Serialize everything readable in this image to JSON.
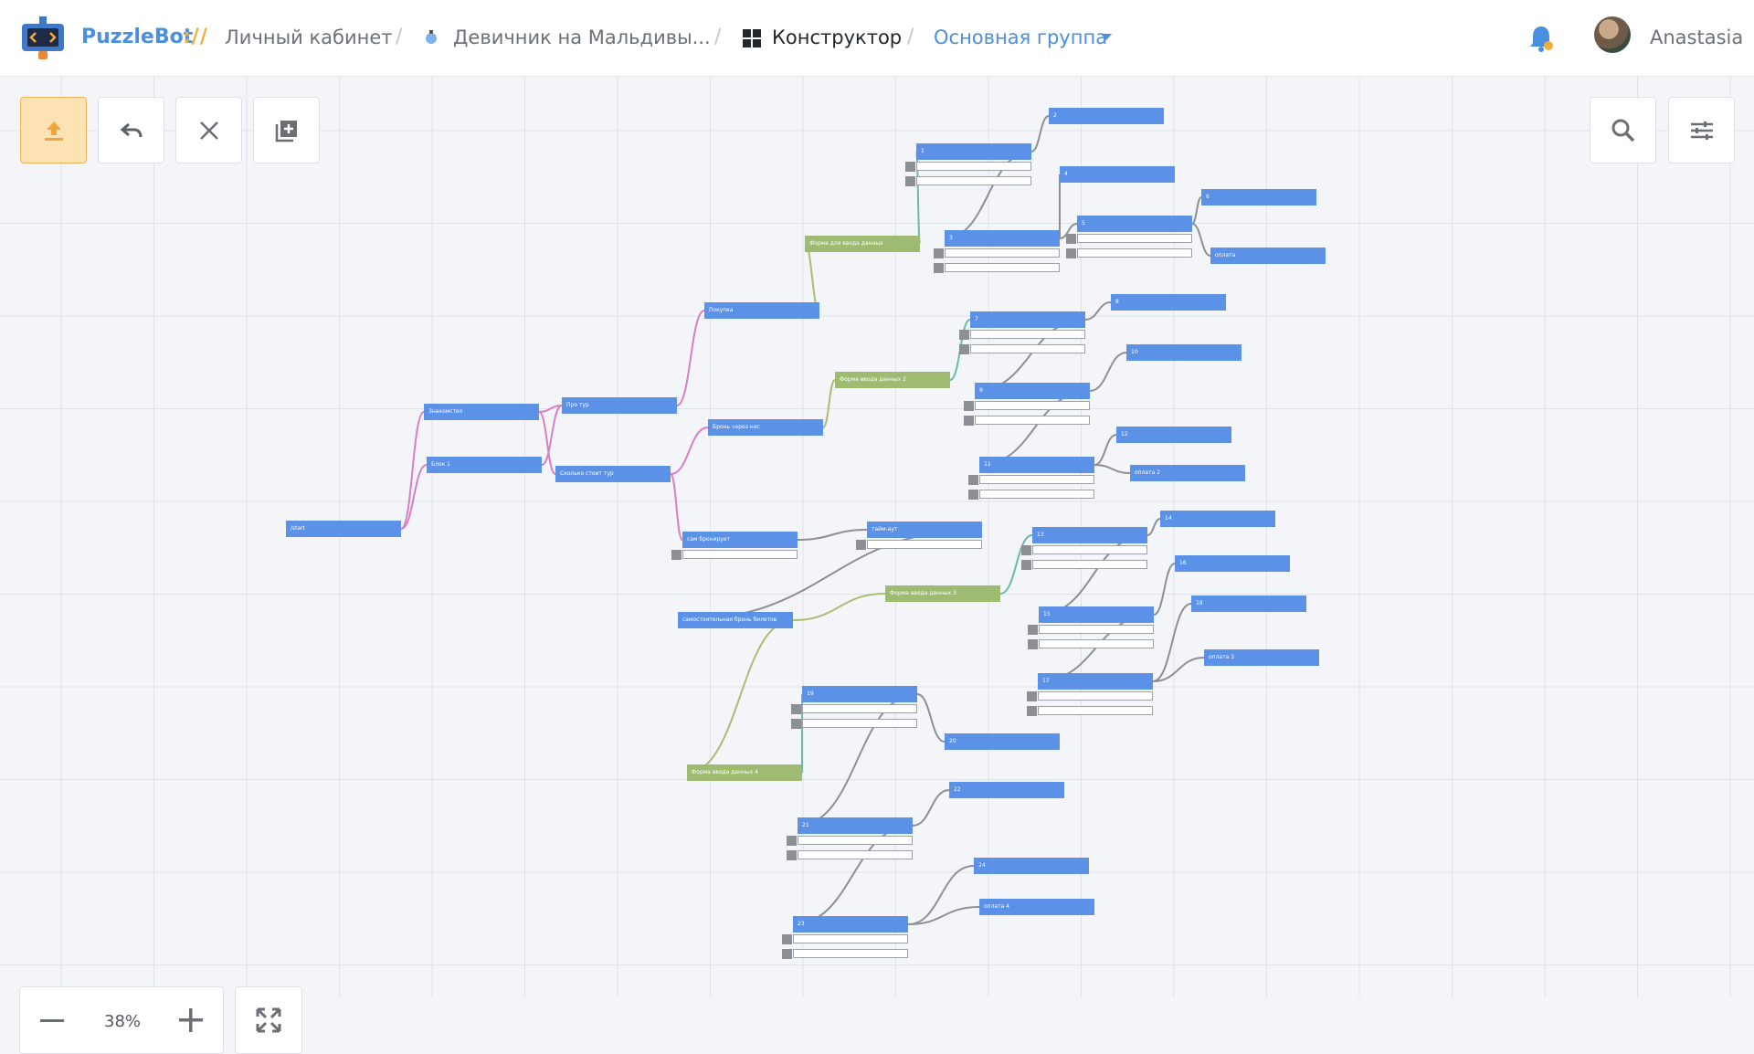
{
  "header": {
    "brand": "PuzzleBot",
    "brand_sep": "://",
    "breadcrumbs": [
      "Личный кабинет",
      "Девичник на Мальдивы...",
      "Конструктор",
      "Основная группа"
    ],
    "username": "Anastasia",
    "colors": {
      "brand": "#4a8fe0",
      "accent": "#f0ad3a"
    }
  },
  "toolbar": {
    "items": [
      {
        "name": "upload-icon",
        "label": ""
      },
      {
        "name": "undo-icon",
        "label": ""
      },
      {
        "name": "close-icon",
        "label": ""
      },
      {
        "name": "add-block-icon",
        "label": ""
      }
    ],
    "right": [
      {
        "name": "search-icon"
      },
      {
        "name": "settings-sliders-icon"
      }
    ]
  },
  "zoom": {
    "value": "38%"
  },
  "flow": {
    "nodes": [
      {
        "id": "start",
        "label": "/start",
        "color": "blue",
        "rows": 0
      },
      {
        "id": "znak",
        "label": "Знакомство",
        "color": "blue",
        "rows": 0
      },
      {
        "id": "blok1",
        "label": "Блок 1",
        "color": "blue",
        "rows": 0
      },
      {
        "id": "protur",
        "label": "Про тур",
        "color": "blue",
        "rows": 0
      },
      {
        "id": "skolko",
        "label": "Сколько стоит тур",
        "color": "blue",
        "rows": 0
      },
      {
        "id": "pokupka",
        "label": "Покупка",
        "color": "blue",
        "rows": 0
      },
      {
        "id": "bron",
        "label": "Бронь через нас",
        "color": "blue",
        "rows": 0
      },
      {
        "id": "sam",
        "label": "сам бронирует",
        "color": "blue",
        "rows": 1
      },
      {
        "id": "samost",
        "label": "самостоятельная бронь билетов",
        "color": "blue",
        "rows": 0
      },
      {
        "id": "taimaut",
        "label": "тайм-аут",
        "color": "blue",
        "rows": 1
      },
      {
        "id": "forma1",
        "label": "Форма для ввода данных",
        "color": "green",
        "rows": 0
      },
      {
        "id": "forma2",
        "label": "Форма ввода данных 2",
        "color": "green",
        "rows": 0
      },
      {
        "id": "forma3",
        "label": "Форма ввода данных 3",
        "color": "green",
        "rows": 0
      },
      {
        "id": "forma4",
        "label": "Форма ввода данных 4",
        "color": "green",
        "rows": 0
      },
      {
        "id": "n1",
        "label": "1",
        "color": "blue",
        "rows": 2
      },
      {
        "id": "n2",
        "label": "2",
        "color": "blue",
        "rows": 0
      },
      {
        "id": "n3",
        "label": "3",
        "color": "blue",
        "rows": 2
      },
      {
        "id": "n4",
        "label": "4",
        "color": "blue",
        "rows": 0
      },
      {
        "id": "n5",
        "label": "5",
        "color": "blue",
        "rows": 2
      },
      {
        "id": "n6",
        "label": "6",
        "color": "blue",
        "rows": 0
      },
      {
        "id": "opl1",
        "label": "оплата",
        "color": "blue",
        "rows": 0
      },
      {
        "id": "n7",
        "label": "7",
        "color": "blue",
        "rows": 2
      },
      {
        "id": "n8",
        "label": "8",
        "color": "blue",
        "rows": 0
      },
      {
        "id": "n9",
        "label": "9",
        "color": "blue",
        "rows": 2
      },
      {
        "id": "n10",
        "label": "10",
        "color": "blue",
        "rows": 0
      },
      {
        "id": "n11",
        "label": "11",
        "color": "blue",
        "rows": 2
      },
      {
        "id": "n12",
        "label": "12",
        "color": "blue",
        "rows": 0
      },
      {
        "id": "opl2",
        "label": "оплата 2",
        "color": "blue",
        "rows": 0
      },
      {
        "id": "n13",
        "label": "13",
        "color": "blue",
        "rows": 2
      },
      {
        "id": "n14",
        "label": "14",
        "color": "blue",
        "rows": 0
      },
      {
        "id": "n15",
        "label": "15",
        "color": "blue",
        "rows": 2
      },
      {
        "id": "n16",
        "label": "16",
        "color": "blue",
        "rows": 0
      },
      {
        "id": "n17",
        "label": "17",
        "color": "blue",
        "rows": 2
      },
      {
        "id": "n18",
        "label": "18",
        "color": "blue",
        "rows": 0
      },
      {
        "id": "opl3",
        "label": "оплата 3",
        "color": "blue",
        "rows": 0
      },
      {
        "id": "n19",
        "label": "19",
        "color": "blue",
        "rows": 2
      },
      {
        "id": "n20",
        "label": "20",
        "color": "blue",
        "rows": 0
      },
      {
        "id": "n21",
        "label": "21",
        "color": "blue",
        "rows": 2
      },
      {
        "id": "n22",
        "label": "22",
        "color": "blue",
        "rows": 0
      },
      {
        "id": "n23",
        "label": "23",
        "color": "blue",
        "rows": 2
      },
      {
        "id": "n24",
        "label": "24",
        "color": "blue",
        "rows": 0
      },
      {
        "id": "opl4",
        "label": "оплата 4",
        "color": "blue",
        "rows": 0
      }
    ]
  }
}
